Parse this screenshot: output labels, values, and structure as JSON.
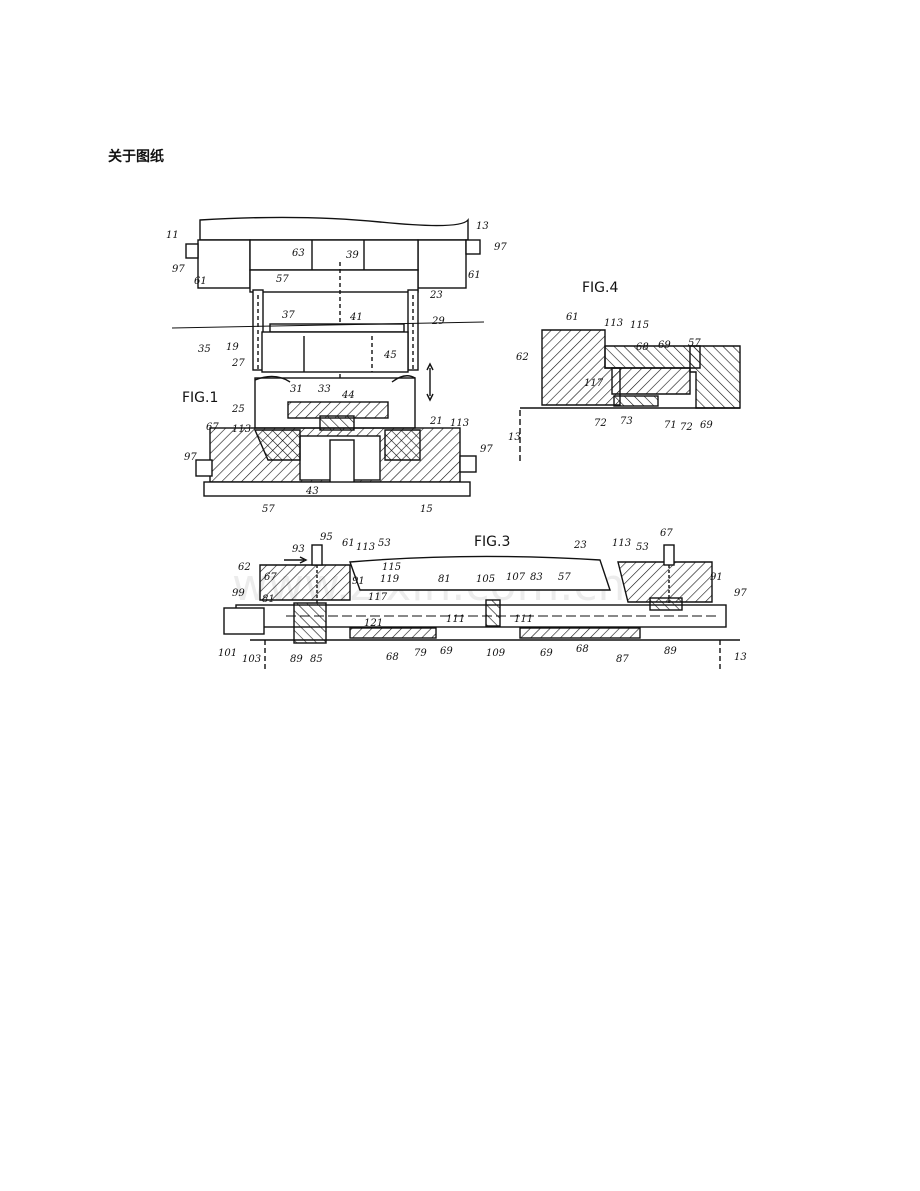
{
  "heading": "关于图纸",
  "watermark": "www.zixin.com.cn",
  "figures": {
    "fig1": "FIG.1",
    "fig3": "FIG.3",
    "fig4": "FIG.4"
  },
  "fig1_labels": {
    "l13": "13",
    "l11": "11",
    "l97a": "97",
    "l97b": "97",
    "l63": "63",
    "l39": "39",
    "l57a": "57",
    "l61a": "61",
    "l61b": "61",
    "l23": "23",
    "l37": "37",
    "l41": "41",
    "l29": "29",
    "l35": "35",
    "l19": "19",
    "l27": "27",
    "l45": "45",
    "l31": "31",
    "l33": "33",
    "l44": "44",
    "l25": "25",
    "l21": "21",
    "l113a": "113",
    "l67": "67",
    "l113b": "113",
    "l97c": "97",
    "l97d": "97",
    "l43": "43",
    "l15": "15",
    "l57b": "57"
  },
  "fig4_labels": {
    "l61": "61",
    "l113": "113",
    "l115": "115",
    "l62": "62",
    "l68": "68",
    "l69a": "69",
    "l57": "57",
    "l117": "117",
    "l72a": "72",
    "l73": "73",
    "l71": "71",
    "l72b": "72",
    "l69b": "69",
    "l13": "13"
  },
  "fig3_labels": {
    "l95": "95",
    "l93": "93",
    "l61": "61",
    "l113a": "113",
    "l53a": "53",
    "l62": "62",
    "l67a": "67",
    "l115": "115",
    "l91a": "91",
    "l119": "119",
    "l81a": "81",
    "l105": "105",
    "l107": "107",
    "l83": "83",
    "l57": "57",
    "l23": "23",
    "l113b": "113",
    "l53b": "53",
    "l67b": "67",
    "l91b": "91",
    "l97": "97",
    "l99": "99",
    "l81b": "81",
    "l117": "117",
    "l111a": "111",
    "l111b": "111",
    "l121": "121",
    "l101": "101",
    "l103": "103",
    "l89a": "89",
    "l85": "85",
    "l68a": "68",
    "l79": "79",
    "l69a": "69",
    "l109": "109",
    "l69b": "69",
    "l68b": "68",
    "l87": "87",
    "l89b": "89",
    "l13": "13"
  }
}
